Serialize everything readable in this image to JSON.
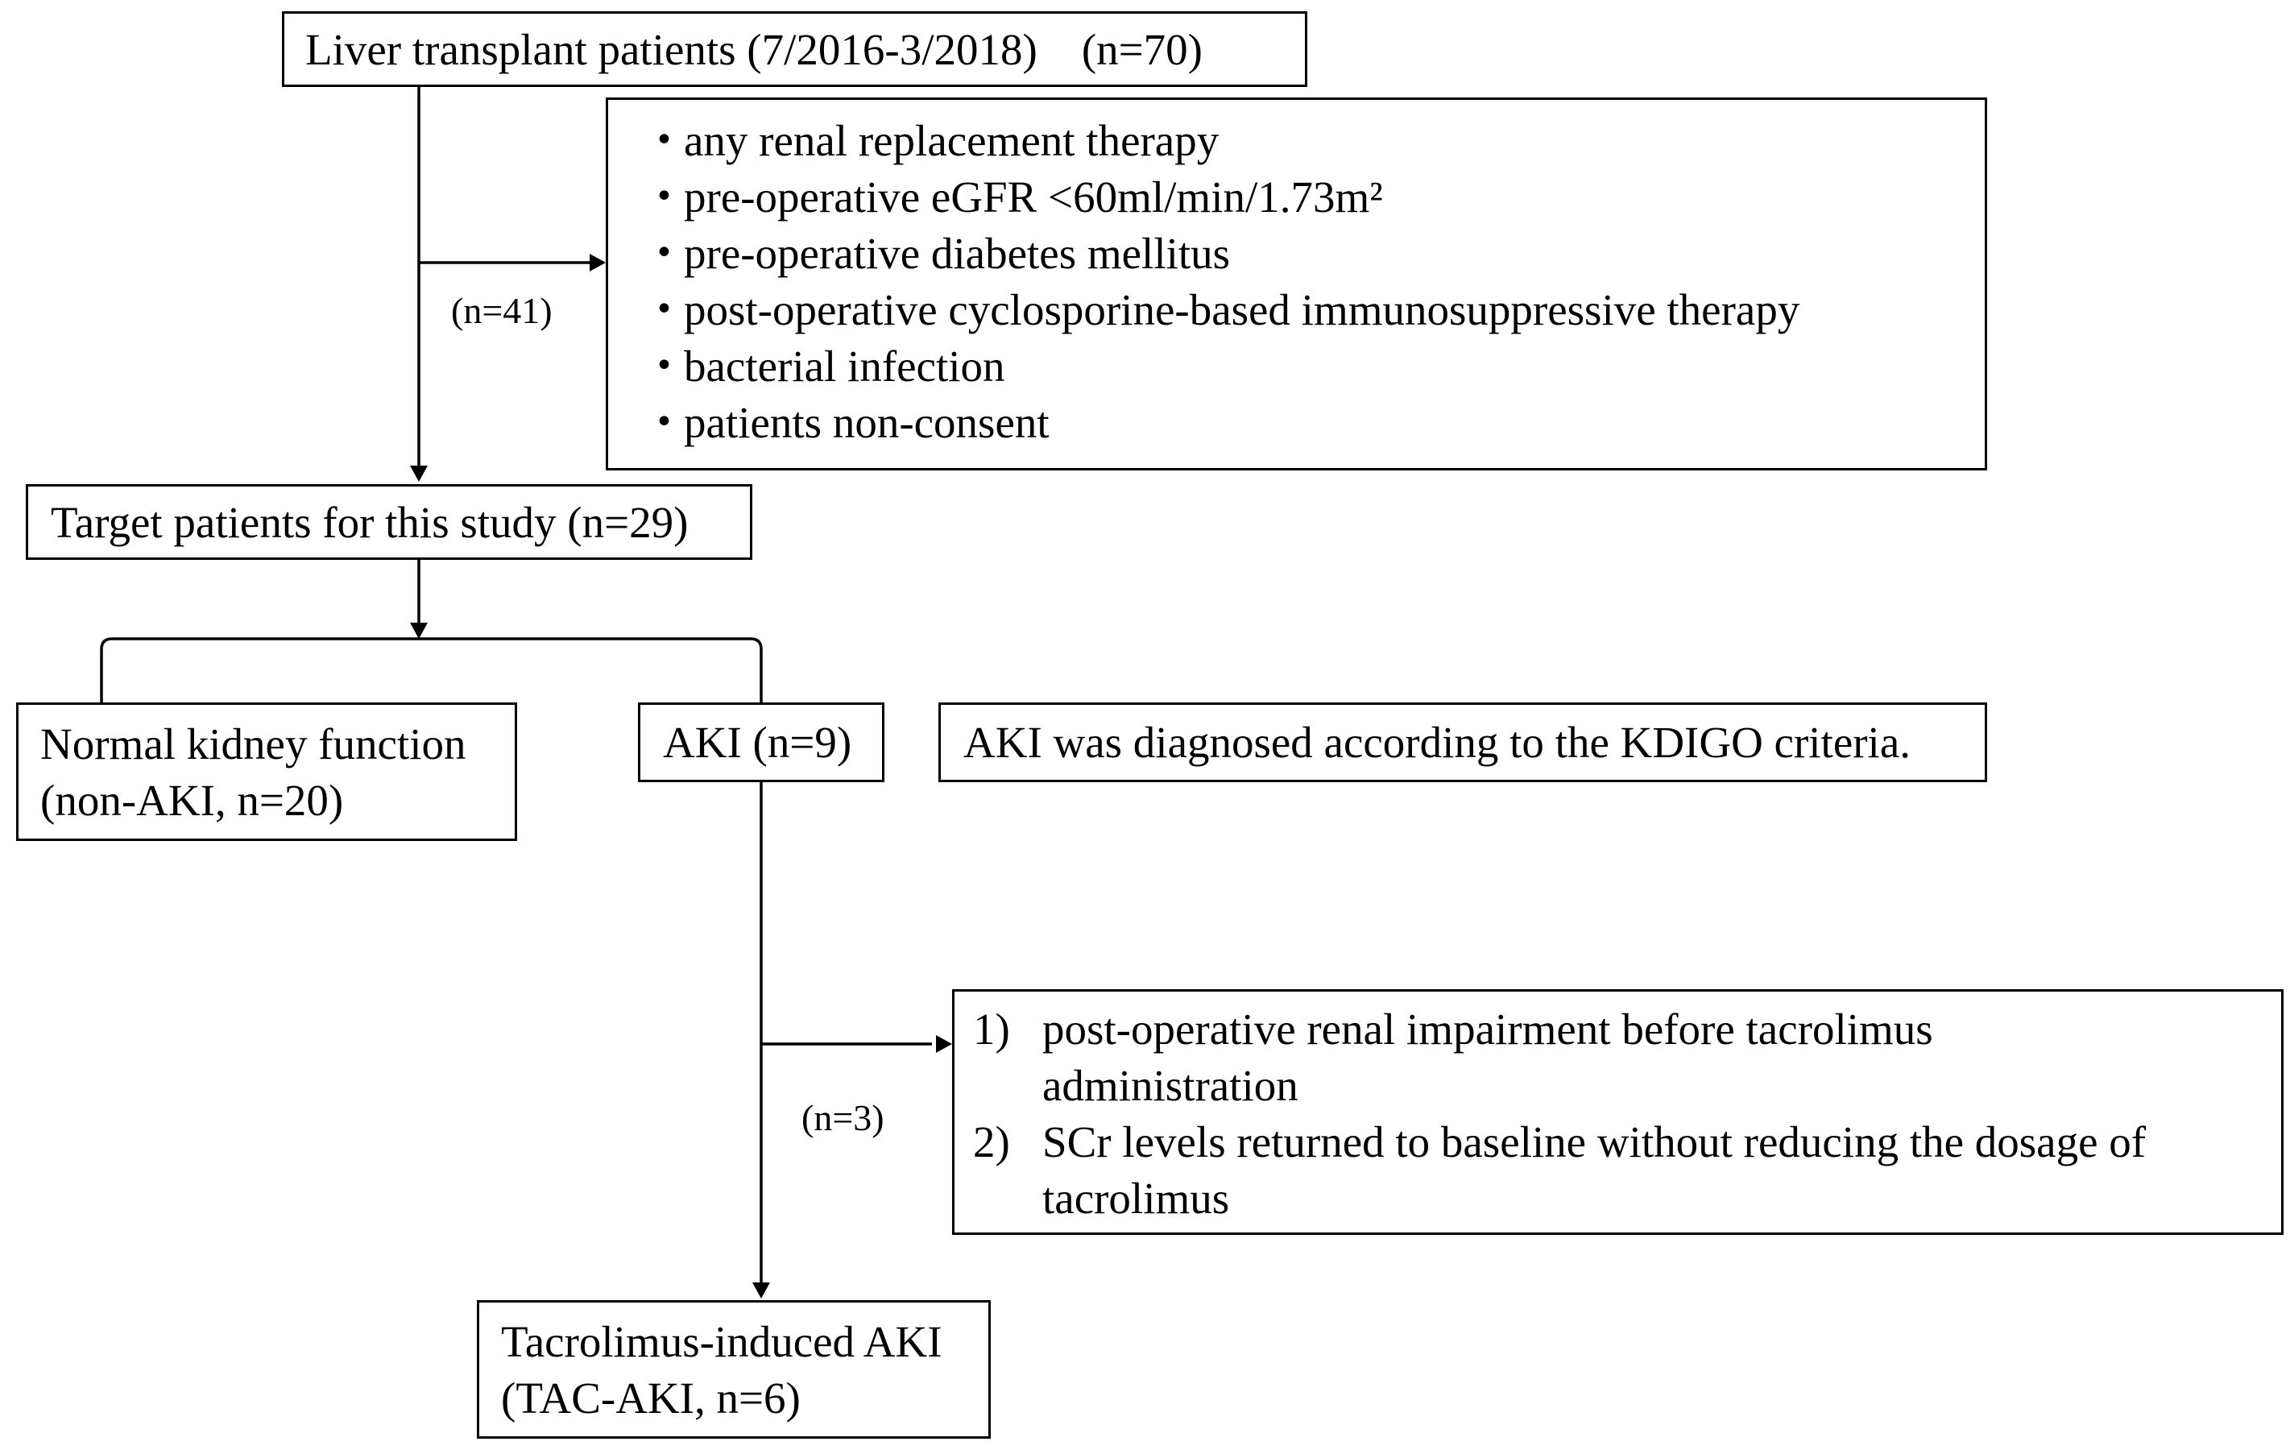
{
  "flowchart": {
    "total": {
      "label": "Liver transplant patients (7/2016-3/2018)    (n=70)"
    },
    "exclusion": {
      "count_label": "(n=41)",
      "items": [
        "any renal replacement therapy",
        "pre-operative eGFR <60ml/min/1.73m²",
        "pre-operative diabetes mellitus",
        "post-operative cyclosporine-based immunosuppressive therapy",
        "bacterial infection",
        "patients non-consent"
      ],
      "bullet": "・"
    },
    "target": {
      "label": "Target patients for this study (n=29)"
    },
    "normal": {
      "line1": "Normal kidney function",
      "line2": "(non-AKI, n=20)"
    },
    "aki": {
      "label": "AKI (n=9)"
    },
    "criteria_note": {
      "label": "AKI was diagnosed according to the KDIGO criteria."
    },
    "aki_exclusion": {
      "count_label": "(n=3)",
      "items": [
        {
          "number": "1)",
          "line1": "post-operative renal impairment before tacrolimus",
          "line2": "administration"
        },
        {
          "number": "2)",
          "line1": "SCr levels returned to baseline without reducing the dosage of",
          "line2": "tacrolimus"
        }
      ]
    },
    "tac_aki": {
      "line1": "Tacrolimus-induced AKI",
      "line2": "(TAC-AKI, n=6)"
    }
  }
}
